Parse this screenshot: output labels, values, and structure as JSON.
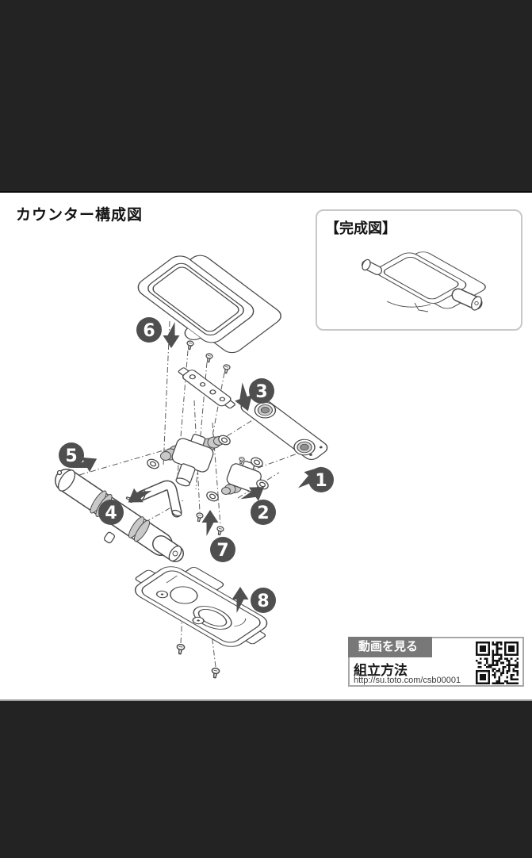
{
  "header": {
    "title": "カウンター構成図"
  },
  "completed_figure": {
    "label": "【完成図】"
  },
  "video_box": {
    "tab_label": "動画を見る",
    "method_label": "組立方法",
    "url": "http://su.toto.com/csb00001"
  },
  "steps": [
    "1",
    "2",
    "3",
    "4",
    "5",
    "6",
    "7",
    "8"
  ],
  "colors": {
    "letterbox_bar": "#232323",
    "step_badge": "#4f4f4f",
    "arrow": "#4f4f4f",
    "line_art": "#4a4a4a",
    "video_tab_bg": "#787878",
    "finish_box_border": "#c8c8c8"
  }
}
